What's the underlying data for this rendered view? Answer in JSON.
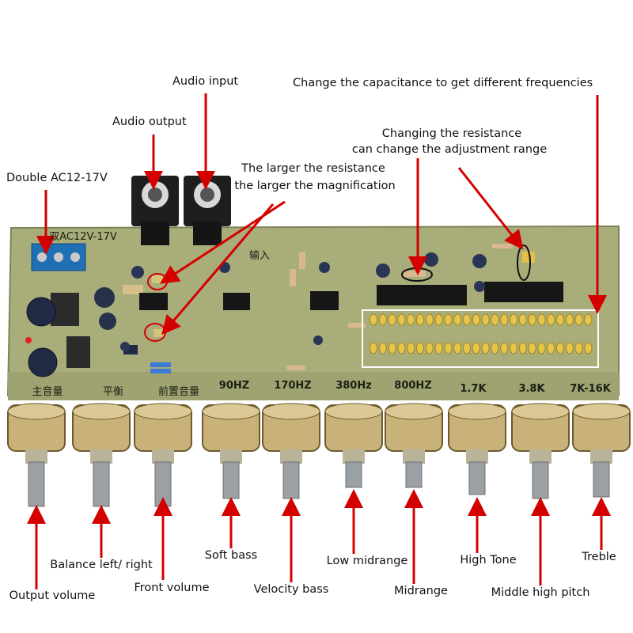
{
  "image": {
    "description": "Photograph of a green PCB audio tone-control / 10-band equalizer board with ten rotary potentiometers and red annotation arrows",
    "colors": {
      "board": "#a9ad7a",
      "arrow": "#d40000",
      "text": "#111111",
      "knob_brass": "#c9b27a",
      "shaft": "#9aa0a4"
    }
  },
  "callouts": {
    "audio_input": "Audio input",
    "audio_output": "Audio output",
    "capacitance": "Change the capacitance to get different frequencies",
    "resistance_range_1": "Changing the resistance",
    "resistance_range_2": "can change the adjustment range",
    "resistance_mag_1": "The larger the resistance",
    "resistance_mag_2": "the larger the magnification",
    "power": "Double AC12-17V"
  },
  "silkscreen": {
    "power_label": "双AC12V-17V",
    "input_label": "输入",
    "main_volume": "主音量",
    "balance": "平衡",
    "pre_volume": "前置音量",
    "bands": [
      "90HZ",
      "170HZ",
      "380Hz",
      "800HZ",
      "1.7K",
      "3.8K",
      "7K-16K"
    ]
  },
  "knobs": [
    {
      "name": "Output volume"
    },
    {
      "name": "Balance left/ right"
    },
    {
      "name": "Front volume"
    },
    {
      "name": "Soft bass"
    },
    {
      "name": "Velocity bass"
    },
    {
      "name": "Low midrange"
    },
    {
      "name": "Midrange"
    },
    {
      "name": "High Tone"
    },
    {
      "name": "Middle high pitch"
    },
    {
      "name": "Treble"
    }
  ]
}
